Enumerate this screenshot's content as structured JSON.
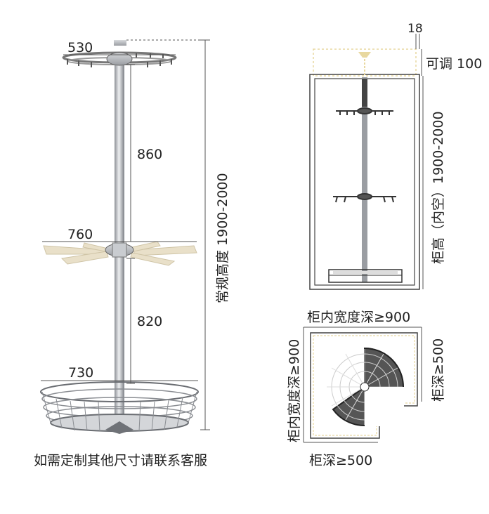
{
  "left": {
    "top_width": "530",
    "mid_width": "760",
    "bottom_width": "730",
    "gap_upper": "860",
    "gap_lower": "820",
    "height_label": "常规高度 1900-2000",
    "caption": "如需定制其他尺寸请联系客服"
  },
  "cabinet": {
    "side_thickness": "18",
    "adjust_label": "可调 100",
    "inner_height": "柜高（内空）1900-2000"
  },
  "corner": {
    "inner_width_top": "柜内宽度深≥900",
    "inner_width_left": "柜内宽度深≥900",
    "depth_right": "柜深≥500",
    "depth_bottom": "柜深≥500"
  },
  "colors": {
    "line": "#555555",
    "pole": "#b9bcc0",
    "tray": "#e6dcc6",
    "dashed": "#e8d8a0"
  }
}
